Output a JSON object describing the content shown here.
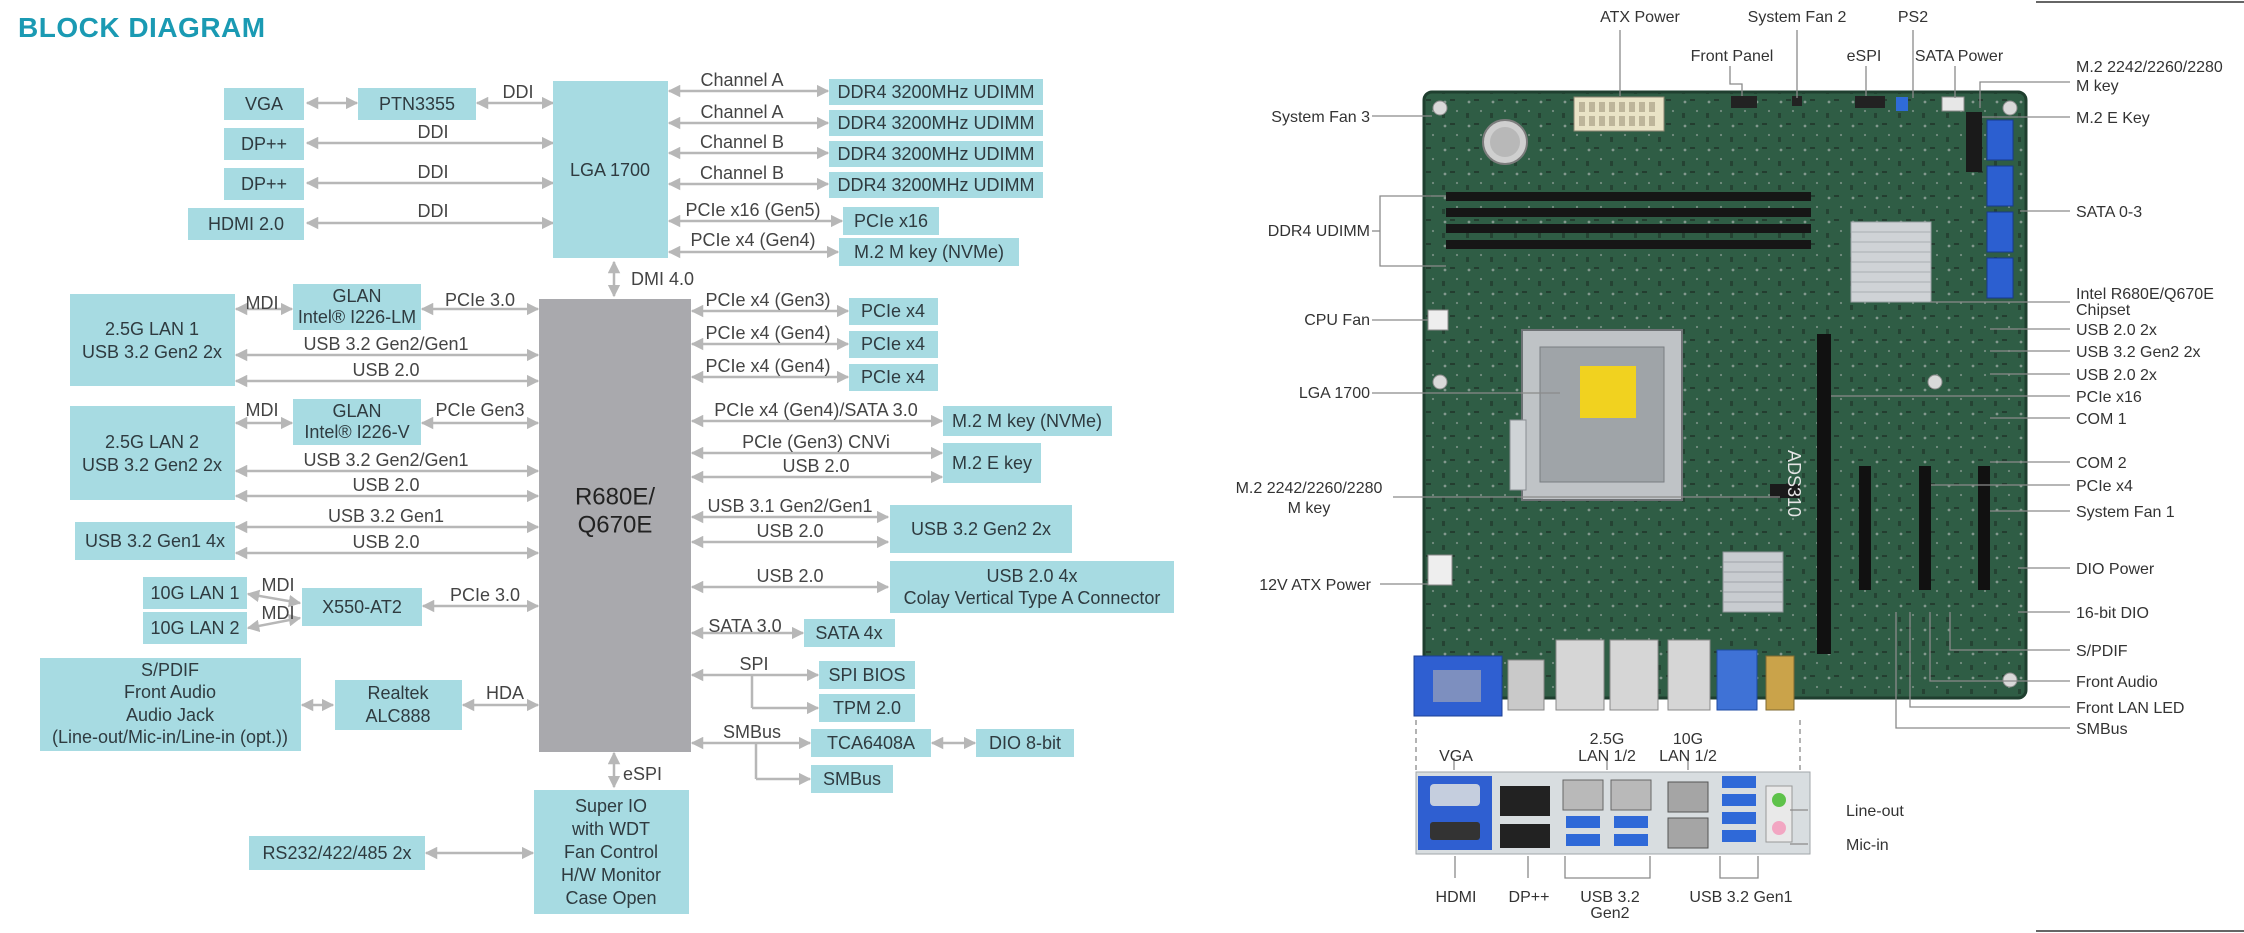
{
  "title": "BLOCK DIAGRAM",
  "block_diagram": {
    "left_boxes": {
      "vga": "VGA",
      "ptn": "PTN3355",
      "dp1": "DP++",
      "dp2": "DP++",
      "hdmi": "HDMI 2.0",
      "lan1_a": "2.5G LAN 1",
      "lan1_b": "USB 3.2 Gen2 2x",
      "glan1_a": "GLAN",
      "glan1_b": "Intel® I226-LM",
      "lan2_a": "2.5G LAN 2",
      "lan2_b": "USB 3.2 Gen2 2x",
      "glan2_a": "GLAN",
      "glan2_b": "Intel® I226-V",
      "usb_gen1": "USB 3.2 Gen1 4x",
      "tenlan1": "10G LAN 1",
      "tenlan2": "10G LAN 2",
      "x550": "X550-AT2",
      "audio_a": "S/PDIF",
      "audio_b": "Front Audio",
      "audio_c": "Audio Jack",
      "audio_d": "(Line-out/Mic-in/Line-in (opt.))",
      "realtek_a": "Realtek",
      "realtek_b": "ALC888",
      "rs232": "RS232/422/485 2x"
    },
    "chips": {
      "cpu": "LGA 1700",
      "pch_a": "R680E/",
      "pch_b": "Q670E"
    },
    "superio": [
      "Super IO",
      "with WDT",
      "Fan Control",
      "H/W Monitor",
      "Case Open"
    ],
    "right_boxes": {
      "ddr1": "DDR4 3200MHz UDIMM",
      "ddr2": "DDR4 3200MHz UDIMM",
      "ddr3": "DDR4 3200MHz UDIMM",
      "ddr4": "DDR4 3200MHz UDIMM",
      "pcie16": "PCIe x16",
      "m2m_cpu": "M.2 M key (NVMe)",
      "pcie4_1": "PCIe x4",
      "pcie4_2": "PCIe x4",
      "pcie4_3": "PCIe x4",
      "m2m_pch": "M.2 M key (NVMe)",
      "m2e": "M.2 E key",
      "usb_gen2": "USB 3.2 Gen2 2x",
      "usb20_a": "USB 2.0 4x",
      "usb20_b": "Colay Vertical Type A Connector",
      "sata": "SATA 4x",
      "spibios": "SPI BIOS",
      "tpm": "TPM 2.0",
      "tca": "TCA6408A",
      "dio": "DIO 8-bit",
      "smbus": "SMBus"
    },
    "link_labels": {
      "ddi_ptn": "DDI",
      "ddi_dp1": "DDI",
      "ddi_dp2": "DDI",
      "ddi_hdmi": "DDI",
      "ch_a1": "Channel A",
      "ch_a2": "Channel A",
      "ch_b1": "Channel B",
      "ch_b2": "Channel B",
      "pcie_x16": "PCIe x16 (Gen5)",
      "pcie_x4_cpu": "PCIe x4 (Gen4)",
      "dmi": "DMI 4.0",
      "mdi1": "MDI",
      "pcie30_1": "PCIe 3.0",
      "usb_g2g1_1": "USB 3.2 Gen2/Gen1",
      "usb20_1": "USB 2.0",
      "mdi2": "MDI",
      "pcie_gen3": "PCIe Gen3",
      "usb_g2g1_2": "USB 3.2 Gen2/Gen1",
      "usb20_2": "USB 2.0",
      "usb_gen1_l": "USB 3.2 Gen1",
      "usb20_3": "USB 2.0",
      "mdi3": "MDI",
      "mdi4": "MDI",
      "pcie30_2": "PCIe 3.0",
      "hda": "HDA",
      "espi_v": "eSPI",
      "pcie_g3_1": "PCIe x4 (Gen3)",
      "pcie_g4_1": "PCIe x4 (Gen4)",
      "pcie_g4_2": "PCIe x4 (Gen4)",
      "pcie_sata": "PCIe x4 (Gen4)/SATA 3.0",
      "cnvi": "PCIe (Gen3) CNVi",
      "usb20_r1": "USB 2.0",
      "usb31": "USB 3.1 Gen2/Gen1",
      "usb20_r2": "USB 2.0",
      "usb20_r3": "USB 2.0",
      "sata30": "SATA 3.0",
      "spi": "SPI",
      "smbus_l": "SMBus"
    }
  },
  "board": {
    "labels_top": {
      "atx_power": "ATX Power",
      "system_fan2": "System Fan 2",
      "ps2": "PS2",
      "front_panel": "Front Panel",
      "espi": "eSPI",
      "sata_power": "SATA Power"
    },
    "labels_left": {
      "system_fan3": "System Fan 3",
      "ddr4_udimm": "DDR4 UDIMM",
      "cpu_fan": "CPU Fan",
      "lga1700": "LGA 1700",
      "m2_a": "M.2 2242/2260/2280",
      "m2_b": "M key",
      "atx12v": "12V ATX Power"
    },
    "labels_right": {
      "m2_mkey_a": "M.2 2242/2260/2280",
      "m2_mkey_b": "M key",
      "m2_ekey": "M.2 E Key",
      "sata03": "SATA 0-3",
      "chipset_a": "Intel R680E/Q670E",
      "chipset_b": "Chipset",
      "usb20_2x_a": "USB 2.0 2x",
      "usb32g2_2x": "USB 3.2 Gen2 2x",
      "usb20_2x_b": "USB 2.0 2x",
      "pciex16": "PCIe x16",
      "com1": "COM 1",
      "com2": "COM 2",
      "pciex4": "PCIe x4",
      "system_fan1": "System Fan 1",
      "dio_power": "DIO Power",
      "dio16": "16-bit DIO",
      "spdif": "S/PDIF",
      "front_audio": "Front Audio",
      "front_lan_led": "Front LAN LED",
      "smbus": "SMBus"
    },
    "labels_io": {
      "vga": "VGA",
      "lan25_a": "2.5G",
      "lan25_b": "LAN 1/2",
      "lan10_a": "10G",
      "lan10_b": "LAN 1/2",
      "line_out": "Line-out",
      "mic_in": "Mic-in",
      "hdmi": "HDMI",
      "dp": "DP++",
      "usb32g2_a": "USB 3.2",
      "usb32g2_b": "Gen2",
      "usb32g1": "USB 3.2 Gen1"
    },
    "silk": "ADS310",
    "colors": {
      "pcb": "#2f5d45",
      "box": "#a7dbe2",
      "chip": "#a9a9ad",
      "title": "#1a9ab3"
    }
  }
}
